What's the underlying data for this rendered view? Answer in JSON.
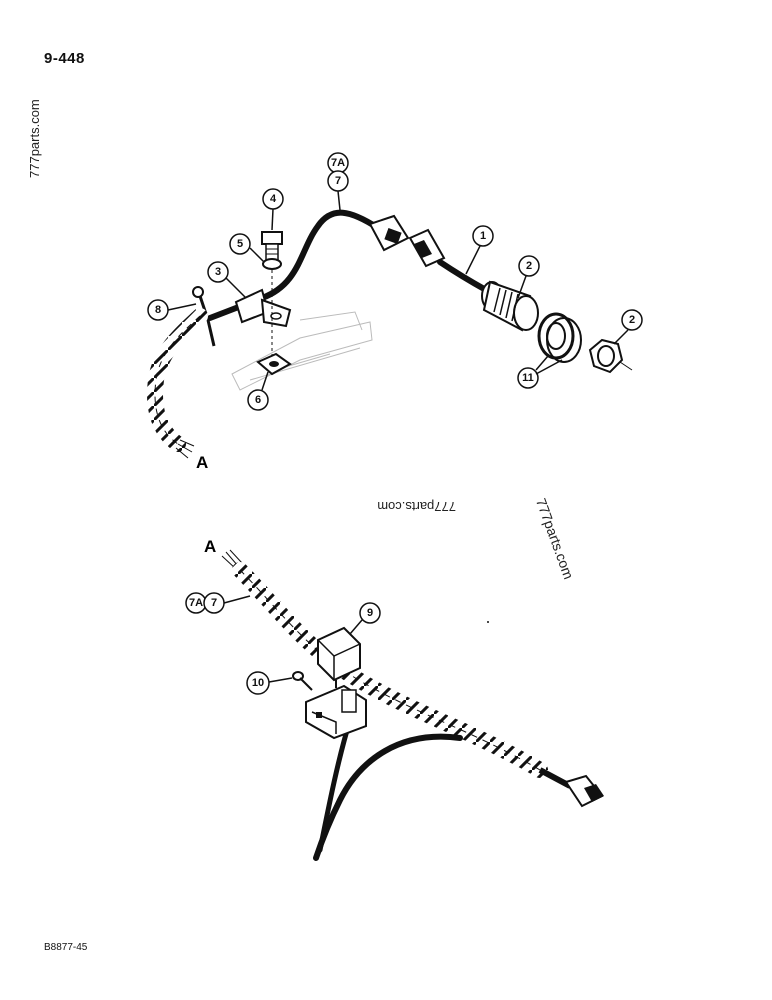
{
  "page_number": "9-448",
  "reference_code": "B8877-45",
  "watermarks": [
    "777parts.com",
    "777parts.com",
    "777parts.com"
  ],
  "callouts": {
    "c1": "1",
    "c2a": "2",
    "c2b": "2",
    "c3": "3",
    "c4": "4",
    "c5": "5",
    "c6": "6",
    "c7a": "7A",
    "c7": "7",
    "c8": "8",
    "c9": "9",
    "c10": "10",
    "c11": "11",
    "c7a_lower": "7A",
    "c7_lower": "7"
  },
  "break_labels": {
    "upper": "A",
    "lower": "A"
  }
}
